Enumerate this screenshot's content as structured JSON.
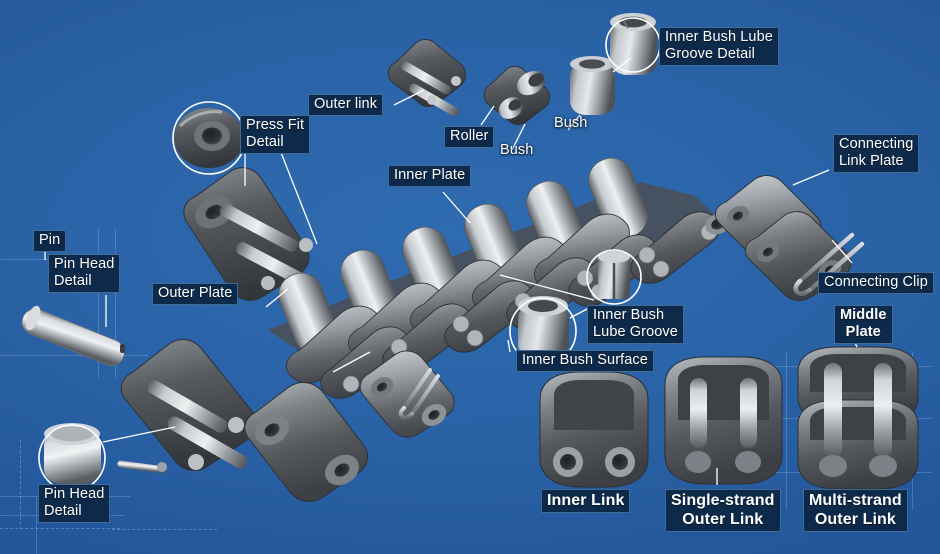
{
  "diagram": {
    "title": "Roller Chain Exploded Component Diagram",
    "background_color": "#2a62a6",
    "label_background_color": "#0e2a4a",
    "label_text_color": "#ffffff",
    "leader_line_color": "#ffffff",
    "metal_color": "#9aa0a4",
    "dark_metal_color": "#5c5f63"
  },
  "labels": {
    "outer_link": "Outer link",
    "press_fit_detail": "Press Fit\nDetail",
    "roller": "Roller",
    "bush_left": "Bush",
    "bush_right": "Bush",
    "inner_bush_lube_groove_detail": "Inner Bush Lube\nGroove Detail",
    "inner_plate": "Inner Plate",
    "connecting_link_plate": "Connecting\nLink Plate",
    "connecting_clip": "Connecting Clip",
    "pin": "Pin",
    "pin_head_detail_top": "Pin Head\nDetail",
    "outer_plate": "Outer Plate",
    "pin_head_detail_bottom": "Pin Head\nDetail",
    "inner_bush_lube_groove": "Inner Bush\nLube Groove",
    "inner_bush_surface": "Inner Bush Surface",
    "middle_plate": "Middle\nPlate",
    "inner_link": "Inner Link",
    "single_strand_outer_link": "Single-strand\nOuter Link",
    "multi_strand_outer_link": "Multi-strand\nOuter Link"
  }
}
